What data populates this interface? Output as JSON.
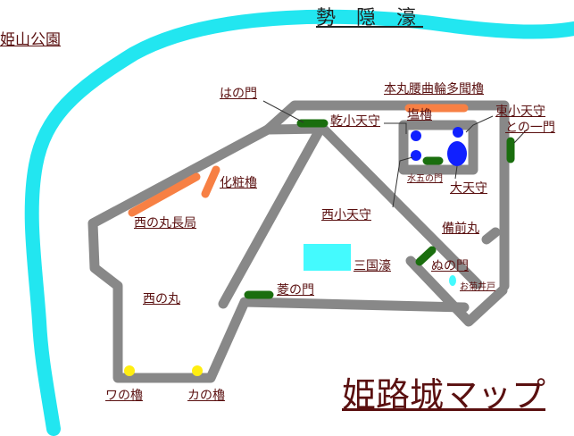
{
  "map": {
    "title": "姫路城マップ",
    "moat_north": "勢 隠 濠",
    "park": "姫山公園",
    "labels": {
      "hanomon": "はの門",
      "honmaru_koshi": "本丸腰曲輪多聞櫓",
      "inui_kotenshu": "乾小天守",
      "shioyagura": "塩櫓",
      "higashi_kotenshu": "東小天守",
      "tonoichimon": "との一門",
      "keshoyagura": "化粧櫓",
      "nishinomaru_nagatsubone": "西の丸長局",
      "suigomon": "水五の門",
      "daitenshu": "大天守",
      "nishi_kotenshu": "西小天守",
      "bizenmaru": "備前丸",
      "sangokubori": "三国濠",
      "nunomon": "ぬの門",
      "okikui": "お菊井戸",
      "nishinomaru": "西の丸",
      "hishinomon": "菱の門",
      "wanoyagura": "ワの櫓",
      "kanoyagura": "カの櫓"
    },
    "colors": {
      "moat": "#22e6f0",
      "road": "#888888",
      "gate": "#1a6e0e",
      "turret": "#f78044",
      "tenshu": "#1020ff",
      "pond": "#44fafe",
      "yagura": "#ffee11",
      "label": "#5a1010"
    }
  }
}
